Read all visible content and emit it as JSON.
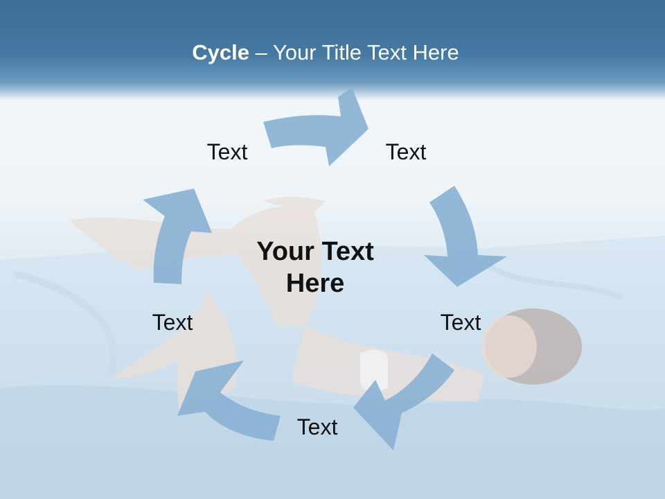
{
  "slide": {
    "title_bold": "Cycle",
    "title_rest": " – Your Title Text Here",
    "center_text": "Your Text Here"
  },
  "cycle": {
    "nodes": [
      {
        "label": "Text"
      },
      {
        "label": "Text"
      },
      {
        "label": "Text"
      },
      {
        "label": "Text"
      },
      {
        "label": "Text"
      }
    ],
    "arrow_color": "#8cb3d5"
  },
  "colors": {
    "header": "#3f719a",
    "background": "#eef4f8"
  }
}
